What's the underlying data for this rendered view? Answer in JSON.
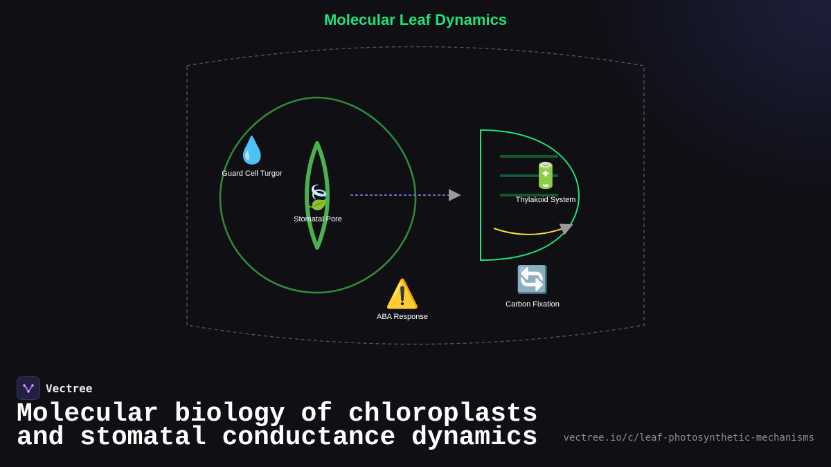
{
  "title": "Molecular Leaf Dynamics",
  "nodes": {
    "guard_cell_turgor": {
      "icon": "💧",
      "icon_name": "water-droplet-icon",
      "label": "Guard Cell Turgor"
    },
    "stomatal_pore": {
      "icon": "🍃",
      "icon_name": "leaf-fluttering-icon",
      "label": "Stomatal Pore"
    },
    "thylakoid_system": {
      "icon": "🔋",
      "icon_name": "battery-icon",
      "label": "Thylakoid System"
    },
    "carbon_fixation": {
      "icon": "🔄",
      "icon_name": "cycle-arrows-icon",
      "label": "Carbon Fixation"
    },
    "aba_response": {
      "icon": "⚠️",
      "icon_name": "warning-icon",
      "label": "ABA Response"
    }
  },
  "colors": {
    "title": "#22e07a",
    "guard_cell_outline": "#2e8b3a",
    "stomata": "#4caf50",
    "chloroplast_outline": "#22e07a",
    "thylakoid_lines": "#0f5a33",
    "electron_path": "#f2e33a",
    "connector": "#6b6bd6",
    "arrowhead": "#9a9a9a",
    "leaf_boundary": "#555555"
  },
  "footer": {
    "brand_name": "Vectree",
    "headline_line1": "Molecular biology of chloroplasts",
    "headline_line2": "and stomatal conductance dynamics",
    "url": "vectree.io/c/leaf-photosynthetic-mechanisms"
  }
}
